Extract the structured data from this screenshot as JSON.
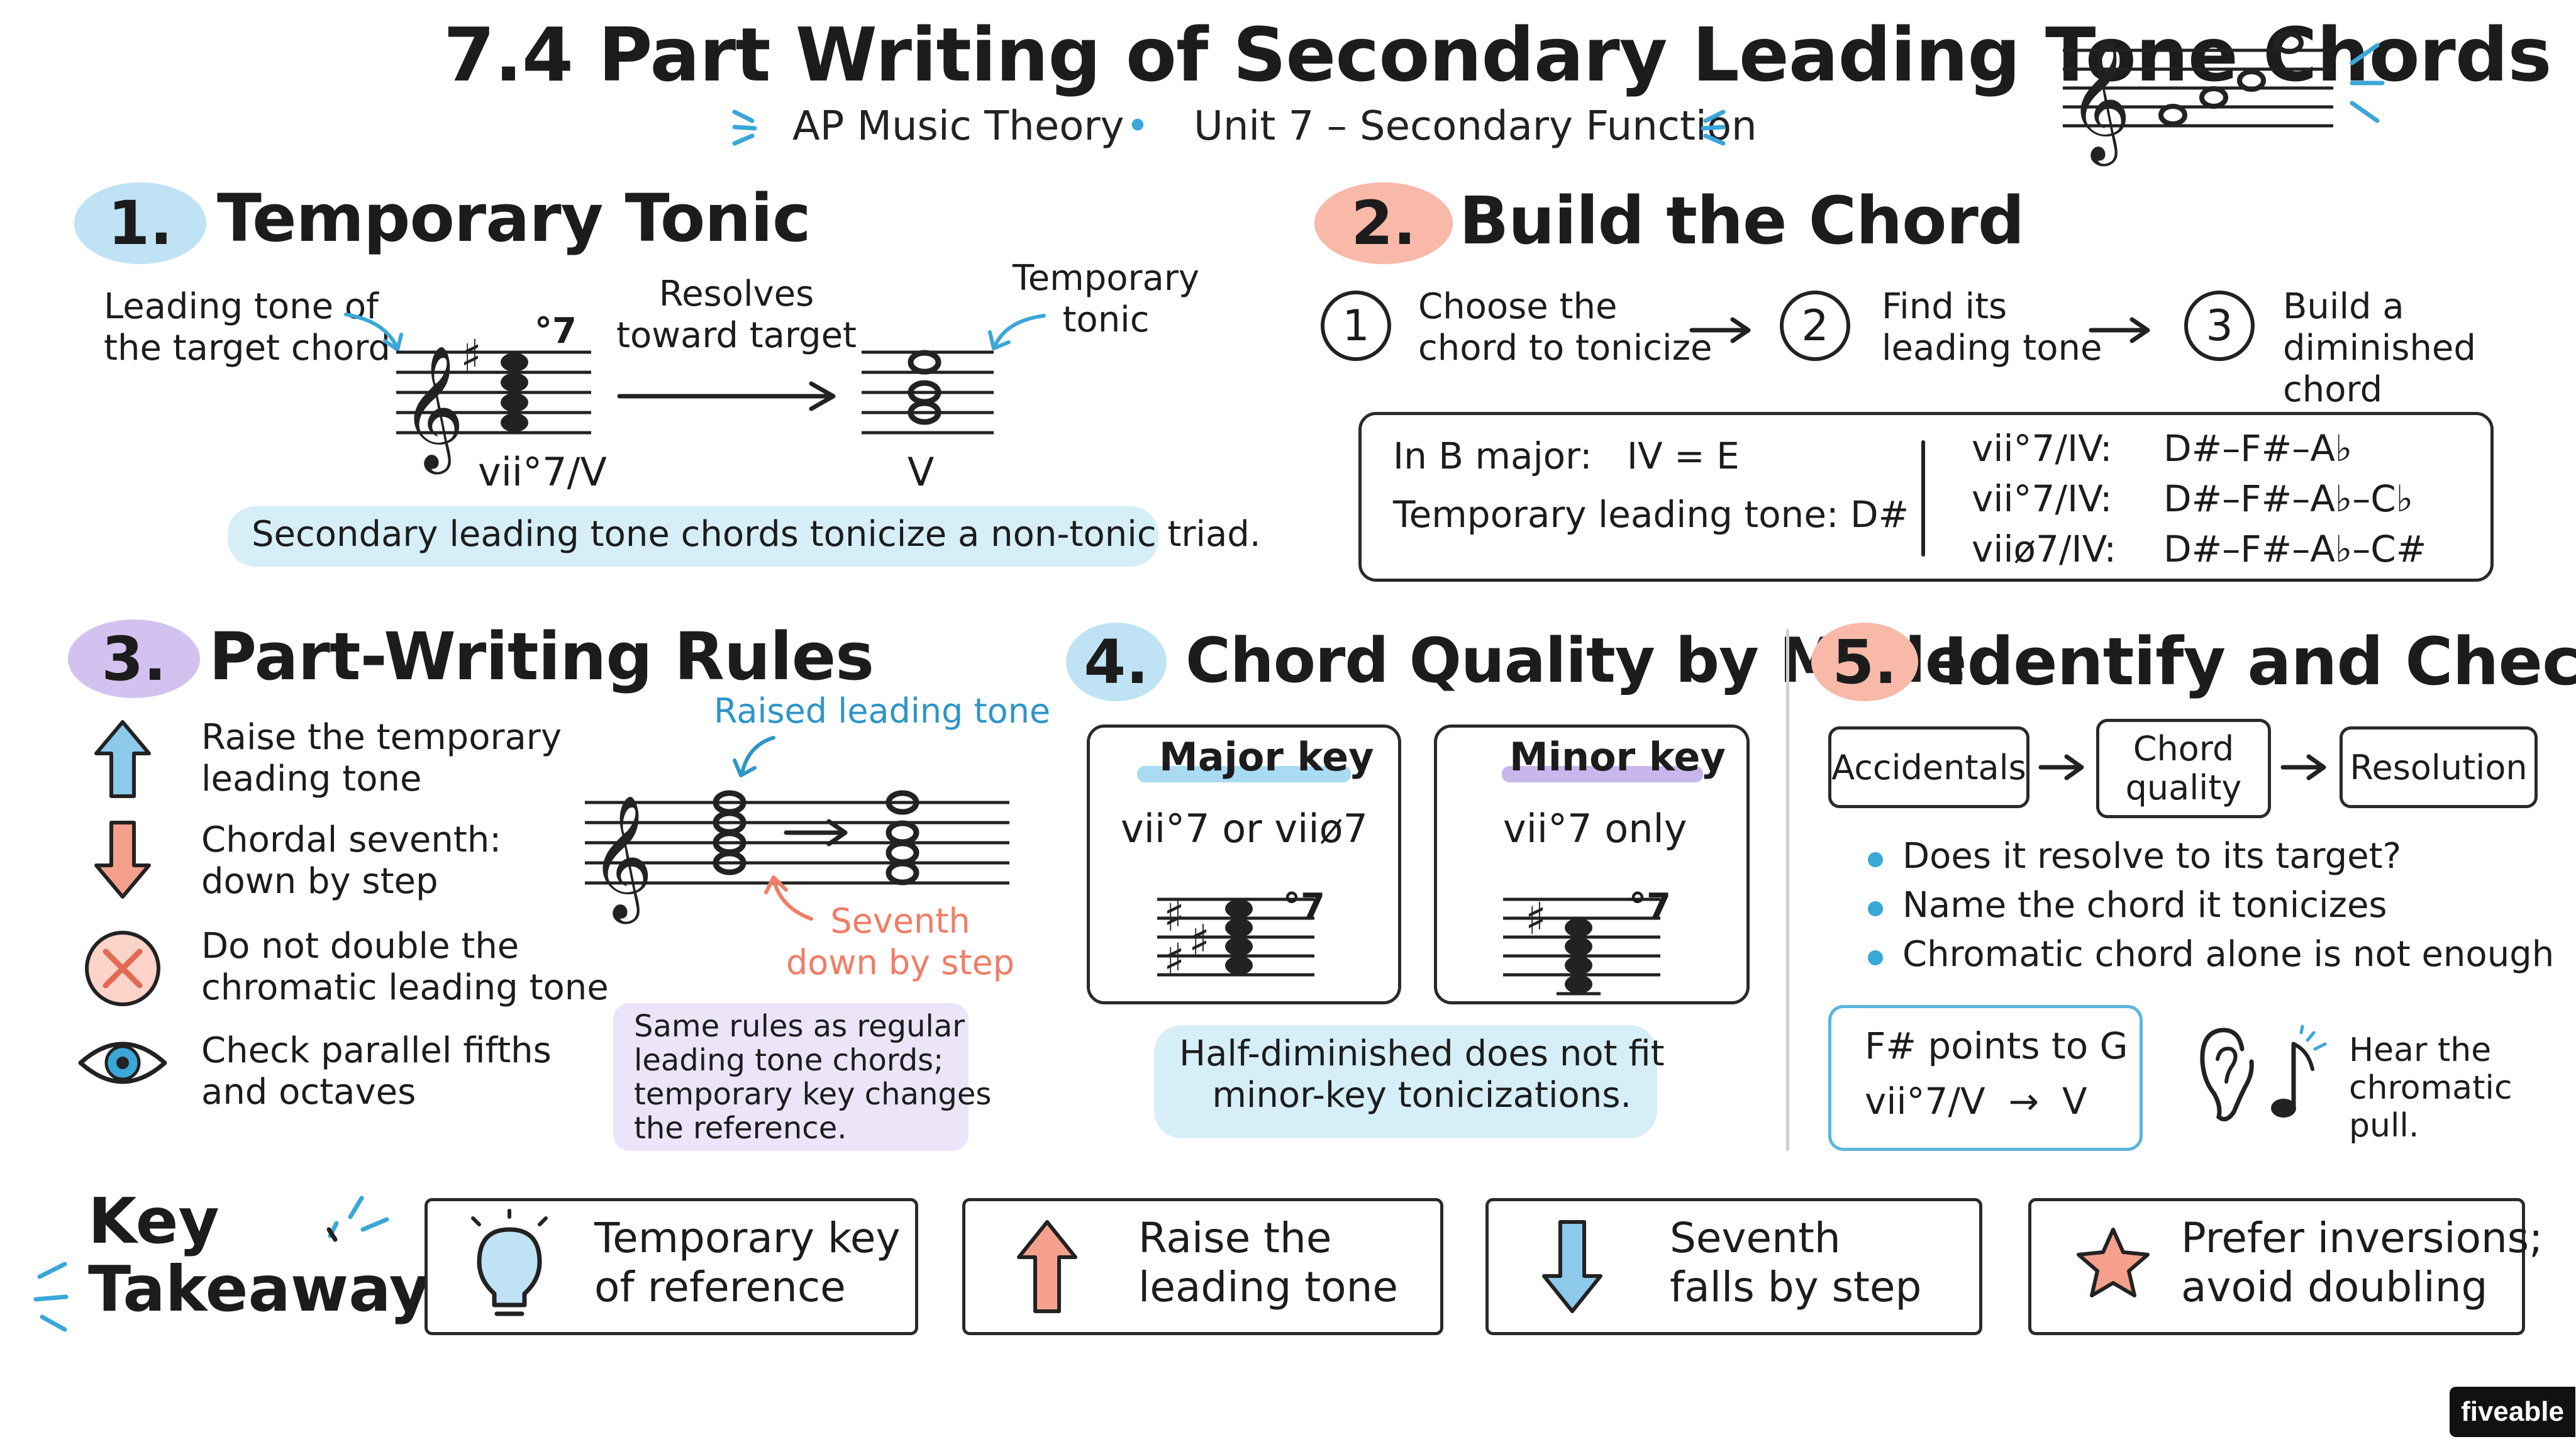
{
  "header": {
    "title": "7.4 Part Writing of Secondary Leading Tone Chords",
    "subtitle_left": "AP Music Theory",
    "subtitle_right": "Unit 7 – Secondary Function",
    "separator": "•"
  },
  "section1": {
    "number": "1.",
    "title": "Temporary Tonic",
    "leading_tone_note": "Leading tone of\nthe target chord",
    "resolves_note": "Resolves\ntoward target",
    "temporary_tonic_note": "Temporary\ntonic",
    "chord_symbol_sup": "°7",
    "label_left": "vii°7/V",
    "label_right": "V",
    "caption": "Secondary leading tone chords tonicize a non-tonic triad."
  },
  "section2": {
    "number": "2.",
    "title": "Build the Chord",
    "steps": [
      {
        "num": "1",
        "text": "Choose the\nchord to tonicize"
      },
      {
        "num": "2",
        "text": "Find its\nleading tone"
      },
      {
        "num": "3",
        "text": "Build a\ndiminished chord"
      }
    ],
    "key_line": "In B major:   IV = E",
    "leading_tone_line": "Temporary leading tone: D#",
    "chords": [
      {
        "name": "vii°7/IV:",
        "notes": "D#–F#–A♭"
      },
      {
        "name": "vii°7/IV:",
        "notes": "D#–F#–A♭–C♭"
      },
      {
        "name": "viiø7/IV:",
        "notes": "D#–F#–A♭–C#"
      }
    ]
  },
  "section3": {
    "number": "3.",
    "title": "Part-Writing Rules",
    "rules": [
      {
        "icon": "arrow-up-icon",
        "text": "Raise the temporary\nleading tone"
      },
      {
        "icon": "arrow-down-icon",
        "text": "Chordal seventh:\ndown by step"
      },
      {
        "icon": "no-double-icon",
        "text": "Do not double the\nchromatic leading tone"
      },
      {
        "icon": "eye-icon",
        "text": "Check parallel fifths\nand octaves"
      }
    ],
    "raised_label": "Raised leading tone",
    "seventh_label": "Seventh\ndown by step",
    "note_box": "Same rules as regular\nleading tone chords;\ntemporary key changes\nthe reference."
  },
  "section4": {
    "number": "4.",
    "title": "Chord Quality by Mode",
    "major_title": "Major key",
    "major_text": "vii°7 or viiø7",
    "minor_title": "Minor key",
    "minor_text": "vii°7 only",
    "chord_sup": "°7",
    "caption": "Half-diminished does not fit\nminor-key tonicizations."
  },
  "section5": {
    "number": "5.",
    "title": "Identify and Check",
    "flow": [
      "Accidentals",
      "Chord\nquality",
      "Resolution"
    ],
    "bullets": [
      "Does it resolve to its target?",
      "Name the chord it tonicizes",
      "Chromatic chord alone is not enough"
    ],
    "example_line1": "F# points to G",
    "example_line2": "vii°7/V  →  V",
    "hear_text": "Hear the\nchromatic pull."
  },
  "takeaways": {
    "heading": "Key\nTakeaways:",
    "items": [
      {
        "icon": "lightbulb-icon",
        "text": "Temporary key\nof reference"
      },
      {
        "icon": "arrow-up-icon",
        "text": "Raise the\nleading tone"
      },
      {
        "icon": "arrow-down-icon",
        "text": "Seventh\nfalls by step"
      },
      {
        "icon": "star-icon",
        "text": "Prefer inversions;\navoid doubling"
      }
    ]
  },
  "brand": "fiveable",
  "colors": {
    "blue": "#3aa7d8",
    "light_blue": "#d6eef8",
    "coral": "#f07d66",
    "light_coral": "#fbd3c8",
    "lavender": "#c9b6ec",
    "light_lavender": "#ece4f8",
    "ink": "#1c1c1c"
  }
}
